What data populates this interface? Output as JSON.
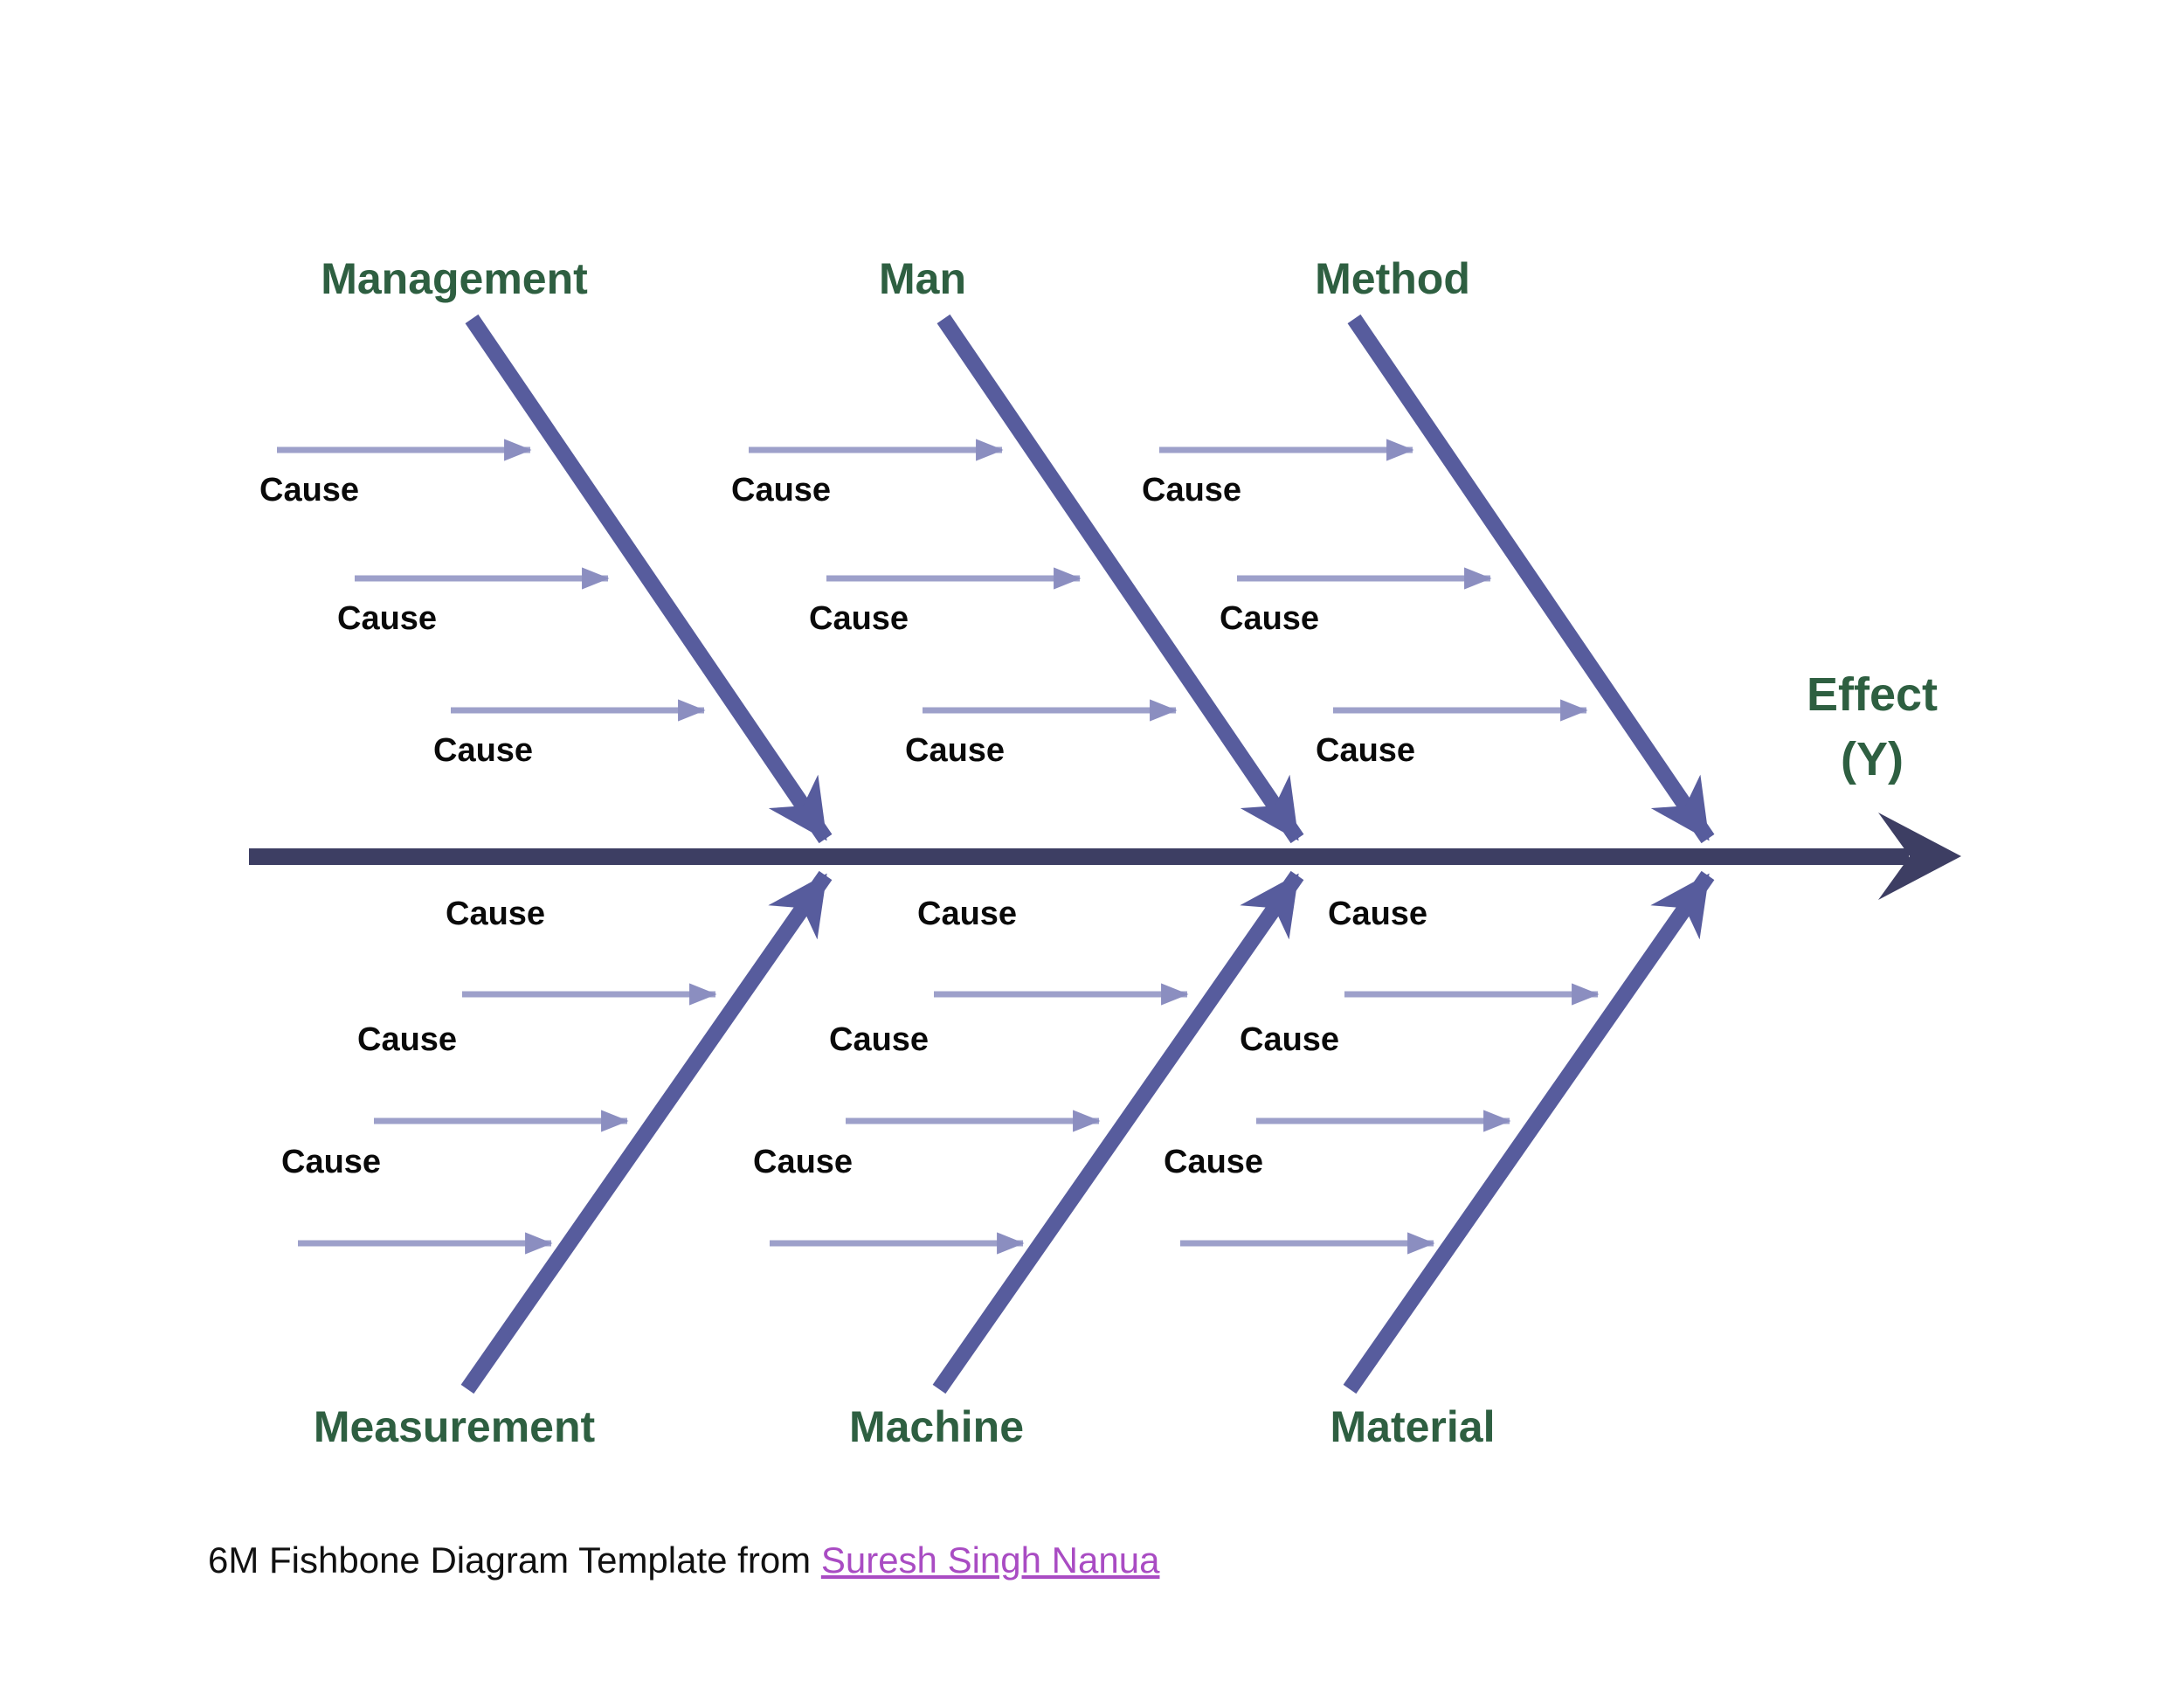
{
  "diagram": {
    "title_note": "",
    "effect": {
      "label": "Effect",
      "sub_label": "(Y)"
    },
    "sections": [
      {
        "top_category": "Management",
        "bottom_category": "Measurement",
        "top_causes": [
          "Cause",
          "Cause",
          "Cause"
        ],
        "bottom_causes": [
          "Cause",
          "Cause",
          "Cause"
        ]
      },
      {
        "top_category": "Man",
        "bottom_category": "Machine",
        "top_causes": [
          "Cause",
          "Cause",
          "Cause"
        ],
        "bottom_causes": [
          "Cause",
          "Cause",
          "Cause"
        ]
      },
      {
        "top_category": "Method",
        "bottom_category": "Material",
        "top_causes": [
          "Cause",
          "Cause",
          "Cause"
        ],
        "bottom_causes": [
          "Cause",
          "Cause",
          "Cause"
        ]
      }
    ],
    "footer": {
      "prefix": "6M Fishbone Diagram Template from ",
      "link_text": "Suresh Singh Nanua"
    },
    "colors": {
      "spine": "#3d3e63",
      "bone": "#575c9d",
      "small_arrow": "#9da0ca",
      "small_arrow_head": "#8b8ec0",
      "category_green": "#2e5f41",
      "cause_color": "#0a0a0a",
      "footer_color": "#111111",
      "link_color": "#a94cc3"
    }
  }
}
